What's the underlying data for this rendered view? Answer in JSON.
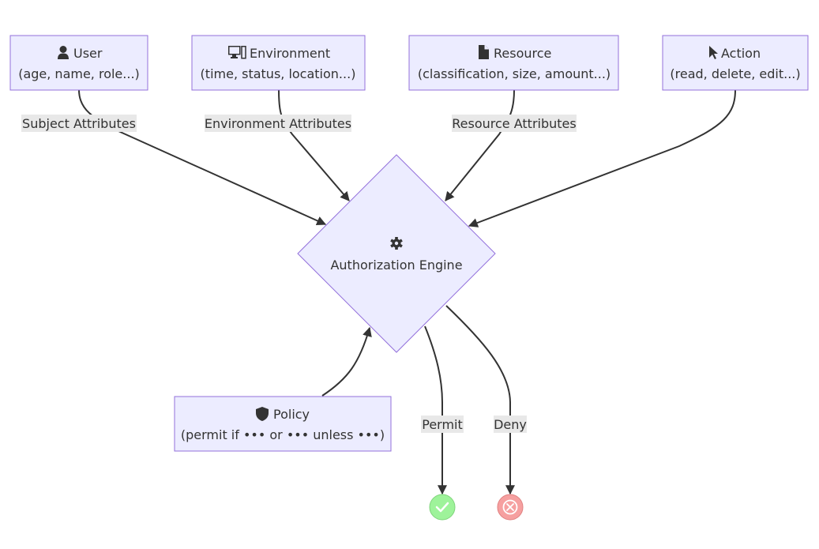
{
  "nodes": {
    "user": {
      "title": "User",
      "subtitle": "(age, name, role...)",
      "icon": "user-icon"
    },
    "environment": {
      "title": "Environment",
      "subtitle": "(time, status, location...)",
      "icon": "desktop-icon"
    },
    "resource": {
      "title": "Resource",
      "subtitle": "(classification, size, amount...)",
      "icon": "file-icon"
    },
    "action": {
      "title": "Action",
      "subtitle": "(read, delete, edit...)",
      "icon": "pointer-icon"
    },
    "engine": {
      "title": "Authorization Engine",
      "icon": "gear-icon"
    },
    "policy": {
      "title": "Policy",
      "subtitle": "(permit if ••• or ••• unless •••)",
      "icon": "shield-icon"
    }
  },
  "edges": {
    "subject": "Subject Attributes",
    "environment": "Environment Attributes",
    "resource": "Resource Attributes",
    "permit": "Permit",
    "deny": "Deny"
  },
  "outcomes": {
    "permit": {
      "icon": "check-icon",
      "color": "#9ef39a"
    },
    "deny": {
      "icon": "x-icon",
      "color": "#f6a0a0"
    }
  },
  "colors": {
    "node_fill": "#ECECFF",
    "node_stroke": "#9370DB",
    "edge": "#333333",
    "label_bg": "#e8e8e8"
  }
}
